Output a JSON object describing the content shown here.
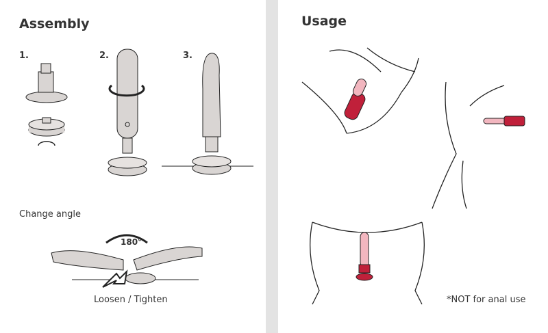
{
  "assembly": {
    "title": "Assembly",
    "steps": [
      "1.",
      "2.",
      "3."
    ],
    "change_angle_label": "Change angle",
    "angle_value": "180°",
    "loosen_tighten_label": "Loosen / Tighten"
  },
  "usage": {
    "title": "Usage",
    "note": "*NOT for anal use"
  },
  "colors": {
    "device": "#d9d5d3",
    "outline": "#222222",
    "accent_red": "#c0203a",
    "accent_pink": "#f2b6bf",
    "divider": "#e3e3e3"
  }
}
